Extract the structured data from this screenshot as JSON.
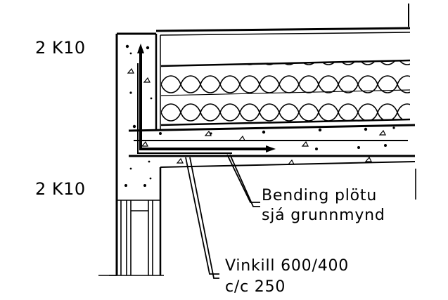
{
  "labels": {
    "rebar_top": "2 K10",
    "rebar_bottom": "2 K10",
    "bending_line1": "Bending plötu",
    "bending_line2": "sjá grunnmynd",
    "vinkill_line1": "Vinkill 600/400",
    "vinkill_line2": "c/c 250"
  },
  "colors": {
    "ink": "#000000",
    "paper": "#ffffff"
  }
}
